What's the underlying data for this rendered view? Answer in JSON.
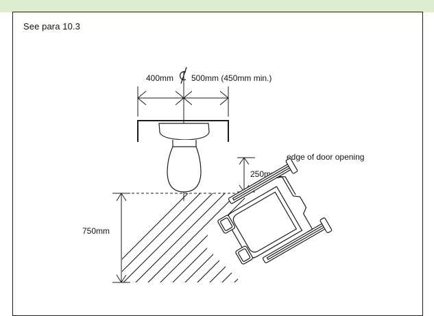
{
  "reference": "See para 10.3",
  "dimensions": {
    "left_width": "400mm",
    "right_width": "500mm (450mm min.)",
    "gap_height": "250mm",
    "zone_depth": "750mm"
  },
  "labels": {
    "door_edge": "edge of door opening"
  },
  "colors": {
    "header_band": "#dfeed1",
    "line": "#1a1a1a"
  }
}
